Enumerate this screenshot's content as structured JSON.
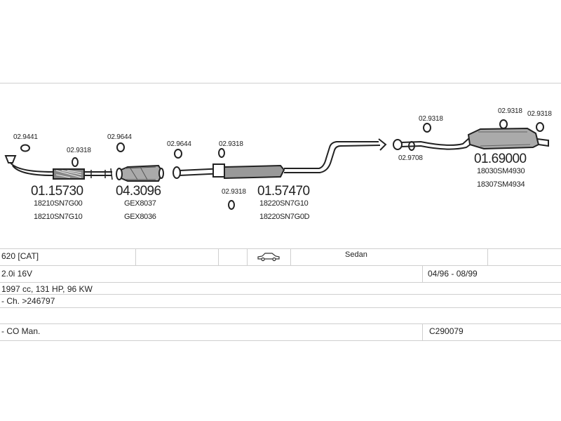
{
  "parts": [
    {
      "id": "p1",
      "part_no": "01.15730",
      "oem": [
        "18210SN7G00",
        "18210SN7G10"
      ],
      "clamps": [
        "02.9441",
        "02.9318"
      ]
    },
    {
      "id": "p2",
      "part_no": "04.3096",
      "oem": [
        "GEX8037",
        "GEX8036"
      ],
      "clamps": [
        "02.9644"
      ]
    },
    {
      "id": "p3",
      "part_no": "01.57470",
      "oem": [
        "18220SN7G10",
        "18220SN7G0D"
      ],
      "clamps": [
        "02.9644",
        "02.9318",
        "02.9318"
      ]
    },
    {
      "id": "p4",
      "part_no": "01.69000",
      "oem": [
        "18030SM4930",
        "18307SM4934"
      ],
      "clamps": [
        "02.9318",
        "02.9318",
        "02.9318",
        "02.9708"
      ]
    }
  ],
  "vehicle": {
    "model": "620  [CAT]",
    "body": "Sedan",
    "body_icon": "sedan-car-icon",
    "engine": "2.0i 16V",
    "years": "04/96 - 08/99",
    "specs": "1997 cc, 131 HP, 96 KW",
    "chassis": "- Ch. >246797",
    "transmission": "- CO Man.",
    "catalog_code": "C290079"
  }
}
